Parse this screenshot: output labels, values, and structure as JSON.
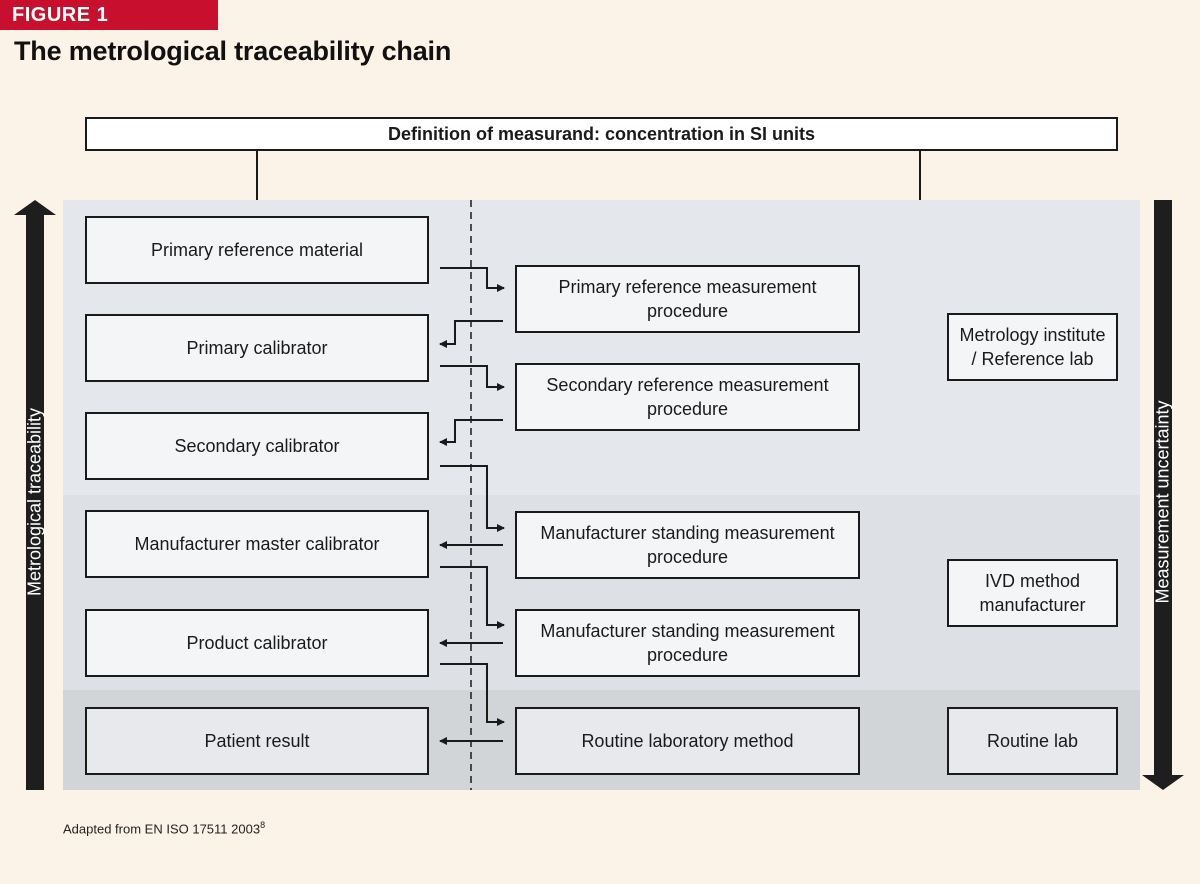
{
  "figure_label": "FIGURE 1",
  "title": "The metrological traceability chain",
  "definition": "Definition of measurand: concentration in SI units",
  "left_column": [
    "Primary reference material",
    "Primary calibrator",
    "Secondary calibrator",
    "Manufacturer master calibrator",
    "Product calibrator",
    "Patient result"
  ],
  "middle_column": [
    "Primary reference measurement procedure",
    "Secondary reference measurement procedure",
    "Manufacturer standing measurement procedure",
    "Manufacturer standing measurement procedure",
    "Routine laboratory method"
  ],
  "right_column": [
    "Metrology institute / Reference lab",
    "IVD method manufacturer",
    "Routine lab"
  ],
  "left_axis": "Metrological traceability",
  "right_axis": "Measurement uncertainty",
  "footnote": "Adapted from EN ISO 17511 2003",
  "footnote_ref": "8",
  "colors": {
    "label_red": "#c8102e",
    "background": "#fcf3e8",
    "band_light": "#e4e7eb",
    "band_mid": "#dde1e5",
    "band_dark": "#d2d5d8"
  }
}
